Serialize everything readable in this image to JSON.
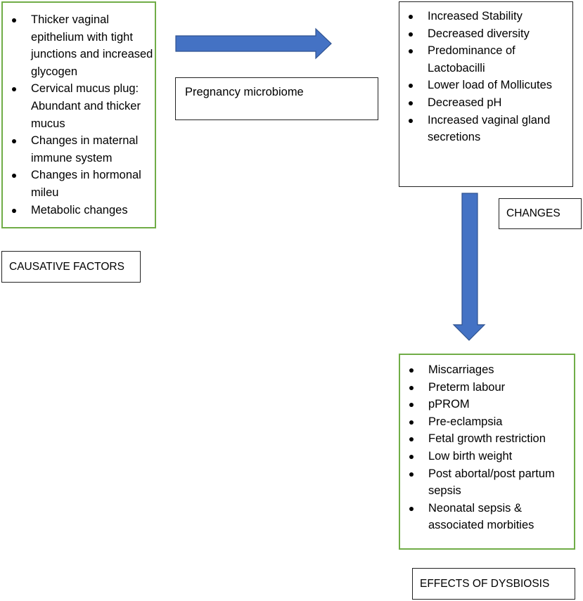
{
  "causative": {
    "items": [
      "Thicker vaginal epithelium with tight junctions and increased glycogen",
      "Cervical mucus plug: Abundant and thicker mucus",
      "Changes in maternal immune system",
      "Changes in hormonal mileu",
      "Metabolic changes"
    ],
    "label": "CAUSATIVE FACTORS"
  },
  "center": {
    "label": "Pregnancy microbiome"
  },
  "changes": {
    "items": [
      "Increased Stability",
      "Decreased diversity",
      "Predominance of Lactobacilli",
      "Lower load of Mollicutes",
      "Decreased pH",
      "Increased vaginal gland secretions"
    ],
    "label": "CHANGES"
  },
  "effects": {
    "items": [
      "Miscarriages",
      "Preterm labour",
      "pPROM",
      "Pre-eclampsia",
      "Fetal growth restriction",
      "Low birth weight",
      "Post abortal/post partum sepsis",
      "Neonatal sepsis & associated morbities"
    ],
    "label": "EFFECTS OF DYSBIOSIS"
  },
  "colors": {
    "arrow_fill": "#4472c4",
    "arrow_stroke": "#2f528f",
    "green_border": "#70ad47"
  }
}
